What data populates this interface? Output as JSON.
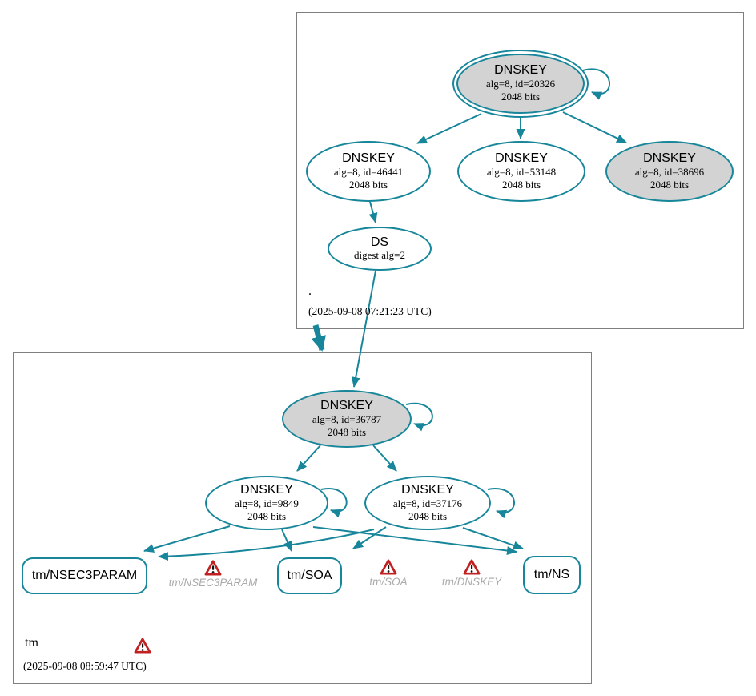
{
  "colors": {
    "edge": "#17869a",
    "node_fill_gray": "#d3d3d3",
    "node_fill_white": "#ffffff",
    "box_border": "#7f7f7f",
    "warning_red": "#c12121",
    "warning_text_gray": "#aaaaaa"
  },
  "root_zone": {
    "label": ".",
    "timestamp": "(2025-09-08 07:21:23 UTC)",
    "ksk": {
      "title": "DNSKEY",
      "attrs": "alg=8, id=20326",
      "size": "2048 bits"
    },
    "zsk_left": {
      "title": "DNSKEY",
      "attrs": "alg=8, id=46441",
      "size": "2048 bits"
    },
    "zsk_mid": {
      "title": "DNSKEY",
      "attrs": "alg=8, id=53148",
      "size": "2048 bits"
    },
    "key_right": {
      "title": "DNSKEY",
      "attrs": "alg=8, id=38696",
      "size": "2048 bits"
    },
    "ds": {
      "title": "DS",
      "attrs": "digest alg=2"
    }
  },
  "tm_zone": {
    "label": "tm",
    "timestamp": "(2025-09-08 08:59:47 UTC)",
    "ksk": {
      "title": "DNSKEY",
      "attrs": "alg=8, id=36787",
      "size": "2048 bits"
    },
    "zsk_left": {
      "title": "DNSKEY",
      "attrs": "alg=8, id=9849",
      "size": "2048 bits"
    },
    "zsk_right": {
      "title": "DNSKEY",
      "attrs": "alg=8, id=37176",
      "size": "2048 bits"
    },
    "rrset_nsec3param": "tm/NSEC3PARAM",
    "rrset_soa": "tm/SOA",
    "rrset_ns": "tm/NS",
    "warning_nsec3param": "tm/NSEC3PARAM",
    "warning_soa": "tm/SOA",
    "warning_dnskey": "tm/DNSKEY"
  }
}
